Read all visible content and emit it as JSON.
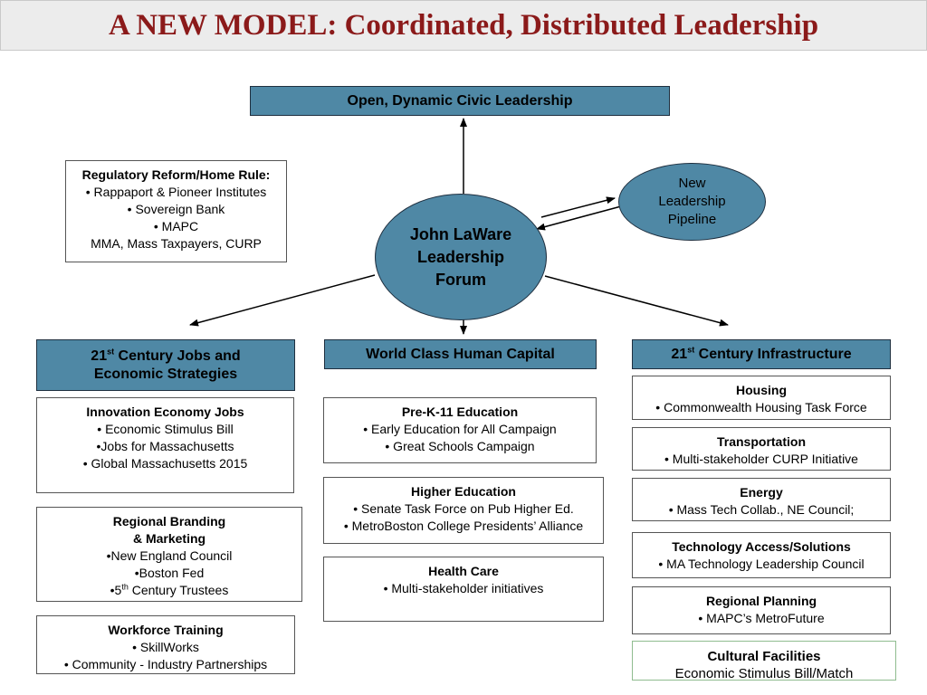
{
  "title": "A NEW MODEL: Coordinated, Distributed Leadership",
  "top_box": "Open, Dynamic Civic Leadership",
  "center": [
    "John LaWare",
    "Leadership",
    "Forum"
  ],
  "pipeline": [
    "New",
    "Leadership",
    "Pipeline"
  ],
  "regulatory": {
    "head": "Regulatory Reform/Home Rule:",
    "lines": [
      "• Rappaport & Pioneer Institutes",
      "• Sovereign Bank",
      "• MAPC",
      "MMA, Mass Taxpayers, CURP"
    ]
  },
  "pillars": {
    "jobs": {
      "pre": "21",
      "sup": "st",
      "line1": " Century Jobs and",
      "line2": "Economic Strategies"
    },
    "human_capital": "World Class Human Capital",
    "infrastructure": {
      "pre": "21",
      "sup": "st",
      "rest": " Century Infrastructure"
    }
  },
  "left": {
    "innovation": {
      "head": "Innovation Economy Jobs",
      "lines": [
        "• Economic Stimulus Bill",
        "•Jobs for Massachusetts",
        "• Global Massachusetts 2015"
      ]
    },
    "branding": {
      "head1": "Regional Branding",
      "head2": "& Marketing",
      "lines": [
        "•New England Council",
        "•Boston Fed"
      ],
      "last_pre": "•5",
      "last_sup": "th",
      "last_rest": " Century Trustees"
    },
    "workforce": {
      "head": "Workforce Training",
      "lines": [
        "• SkillWorks",
        "• Community - Industry Partnerships"
      ]
    }
  },
  "middle": {
    "prek": {
      "head": "Pre-K-11 Education",
      "lines": [
        "• Early Education for All Campaign",
        "• Great Schools Campaign"
      ]
    },
    "higher": {
      "head": "Higher Education",
      "lines": [
        "• Senate Task Force on Pub Higher Ed.",
        "• MetroBoston College Presidents’ Alliance"
      ]
    },
    "health": {
      "head": "Health Care",
      "lines": [
        "• Multi-stakeholder initiatives"
      ]
    }
  },
  "right": {
    "housing": {
      "head": "Housing",
      "line": "• Commonwealth Housing Task Force"
    },
    "transportation": {
      "head": "Transportation",
      "line": "• Multi-stakeholder CURP Initiative"
    },
    "energy": {
      "head": "Energy",
      "line": "• Mass Tech Collab., NE Council;"
    },
    "technology": {
      "head": "Technology Access/Solutions",
      "line": "• MA Technology Leadership Council"
    },
    "planning": {
      "head": "Regional Planning",
      "line": "• MAPC’s MetroFuture"
    },
    "cultural": {
      "head": "Cultural Facilities",
      "line": "Economic Stimulus Bill/Match"
    }
  }
}
